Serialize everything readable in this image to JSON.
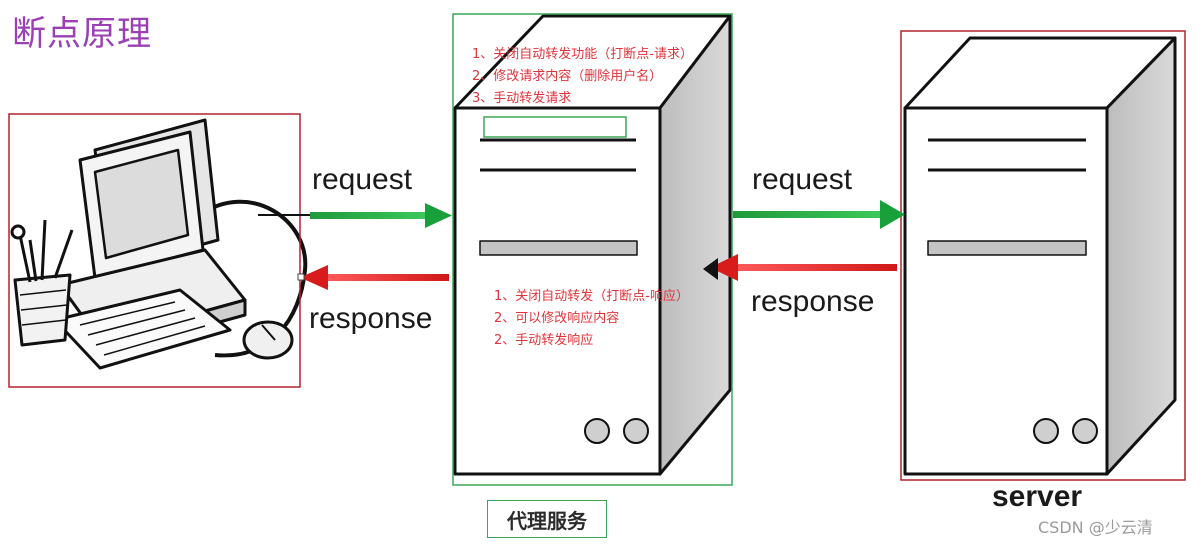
{
  "title": "断点原理",
  "arrows": {
    "client_request": "request",
    "client_response": "response",
    "server_request": "request",
    "server_response": "response"
  },
  "proxy_request_notes": [
    "1、关闭自动转发功能（打断点-请求）",
    "2、修改请求内容（删除用户名）",
    "3、手动转发请求"
  ],
  "proxy_response_notes": [
    "1、关闭自动转发（打断点-响应）",
    "2、可以修改响应内容",
    "2、手动转发响应"
  ],
  "proxy_caption": "代理服务",
  "server_caption": "server",
  "watermark": "CSDN @少云清",
  "colors": {
    "title": "#9b3fb4",
    "note_text": "#e0333a",
    "request_arrow": "#2fb24a",
    "response_arrow": "#e02a2a",
    "client_box": "#b3232d",
    "proxy_box": "#3aa655"
  },
  "icons": {
    "client": "desktop-computer-icon",
    "proxy": "server-tower-icon",
    "server": "server-tower-icon"
  }
}
